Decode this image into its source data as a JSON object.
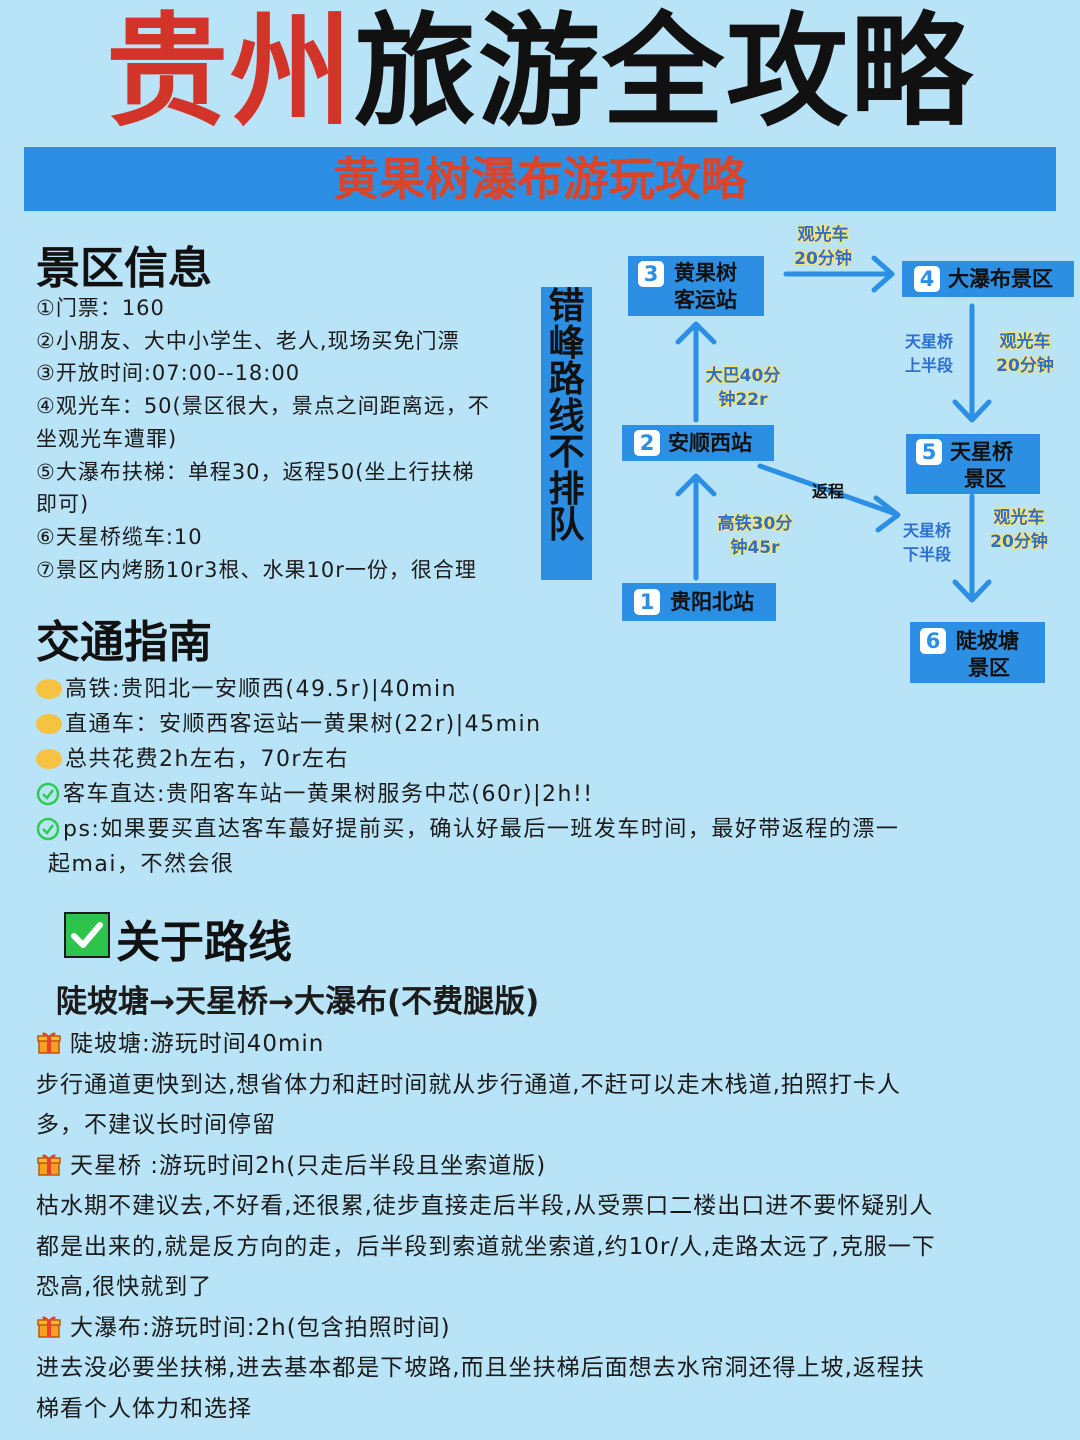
{
  "title": {
    "red": "贵州",
    "black": "旅游全攻略"
  },
  "banner": "黄果树瀑布游玩攻略",
  "scenic": {
    "heading": "景区信息",
    "items": [
      "①门票：160",
      "②小朋友、大中小学生、老人,现场买免门漂",
      "③开放时间:07:00--18:00",
      "④观光车：50(景区很大，景点之间距离远，不",
      "坐观光车遭罪)",
      "⑤大瀑布扶梯：单程30，返程50(坐上行扶梯",
      "即可)",
      "⑥天星桥缆车:10",
      "⑦景区内烤肠10r3根、水果10r一份，很合理"
    ]
  },
  "side_box": [
    "错",
    "峰",
    "路",
    "线",
    "不",
    "排",
    "队"
  ],
  "map": {
    "nodes": [
      {
        "num": "3",
        "line1": "黄果树",
        "line2": "客运站"
      },
      {
        "num": "4",
        "line1": "大瀑布景区",
        "line2": ""
      },
      {
        "num": "2",
        "line1": "安顺西站",
        "line2": ""
      },
      {
        "num": "5",
        "line1": "天星桥",
        "line2": "景区"
      },
      {
        "num": "1",
        "line1": "贵阳北站",
        "line2": ""
      },
      {
        "num": "6",
        "line1": "陡坡塘",
        "line2": "景区"
      }
    ],
    "labels": {
      "bus_car_top": [
        "观光车",
        "20分钟"
      ],
      "bus_40": [
        "大巴40分",
        "钟22r"
      ],
      "tianxing_upper": [
        "天星桥",
        "上半段"
      ],
      "car_right1": [
        "观光车",
        "20分钟"
      ],
      "return": "返程",
      "hsr": [
        "高铁30分",
        "钟45r"
      ],
      "tianxing_lower": [
        "天星桥",
        "下半段"
      ],
      "car_right2": [
        "观光车",
        "20分钟"
      ]
    }
  },
  "transport": {
    "heading": "交通指南",
    "items": [
      {
        "icon": "dot",
        "text": "高铁:贵阳北一安顺西(49.5r)|40min"
      },
      {
        "icon": "dot",
        "text": "直通车：安顺西客运站一黄果树(22r)|45min"
      },
      {
        "icon": "dot",
        "text": "总共花费2h左右，70r左右"
      },
      {
        "icon": "check",
        "text": "客车直达:贵阳客车站一黄果树服务中芯(60r)|2h!!"
      },
      {
        "icon": "check",
        "text": "ps:如果要买直达客车蕞好提前买，确认好最后一班发车时间，最好带返程的漂一"
      },
      {
        "icon": "none",
        "text": "起mai，不然会很"
      }
    ]
  },
  "route": {
    "heading": "关于路线",
    "subheading": "陡坡塘→天星桥→大瀑布(不费腿版)",
    "lines": [
      {
        "gift": true,
        "text": "陡坡塘:游玩时间40min"
      },
      {
        "gift": false,
        "text": "步行通道更快到达,想省体力和赶时间就从步行通道,不赶可以走木栈道,拍照打卡人"
      },
      {
        "gift": false,
        "text": "多，不建议长时间停留"
      },
      {
        "gift": true,
        "text": "天星桥 :游玩时间2h(只走后半段且坐索道版)"
      },
      {
        "gift": false,
        "text": "枯水期不建议去,不好看,还很累,徒步直接走后半段,从受票口二楼出口进不要怀疑别人"
      },
      {
        "gift": false,
        "text": "都是出来的,就是反方向的走，后半段到索道就坐索道,约10r/人,走路太远了,克服一下"
      },
      {
        "gift": false,
        "text": "恐高,很快就到了"
      },
      {
        "gift": true,
        "text": "大瀑布:游玩时间:2h(包含拍照时间)"
      },
      {
        "gift": false,
        "text": "进去没必要坐扶梯,进去基本都是下坡路,而且坐扶梯后面想去水帘洞还得上坡,返程扶"
      },
      {
        "gift": false,
        "text": "梯看个人体力和选择"
      }
    ]
  },
  "colors": {
    "background": "#b9e3f6",
    "accent_blue": "#2c8fe3",
    "title_red": "#d2342a",
    "label_blue": "#2c6fcf"
  }
}
